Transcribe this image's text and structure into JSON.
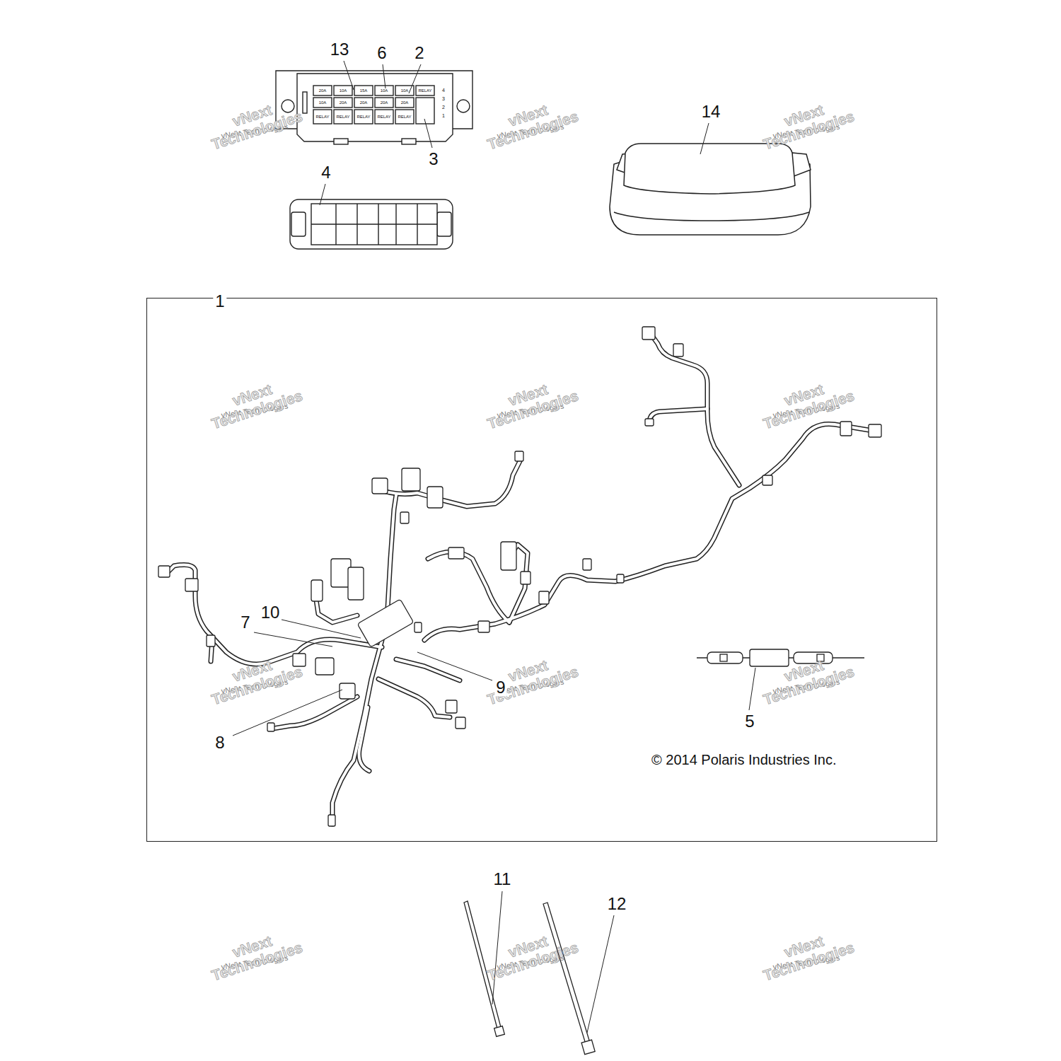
{
  "diagram": {
    "nodes": [
      {
        "text": [
          "1",
          "© 2014 Polaris Industries Inc."
        ]
      }
    ],
    "labels": [
      "13",
      "6",
      "2",
      "3",
      "4",
      "14",
      "7",
      "10",
      "9",
      "8",
      "5",
      "11",
      "12",
      "20A",
      "10A",
      "15A",
      "10A",
      "10A",
      "RELAY",
      "10A",
      "20A",
      "20A",
      "20A",
      "20A",
      "RELAY",
      "RELAY",
      "RELAY",
      "RELAY",
      "RELAY",
      "4",
      "3",
      "2",
      "1",
      "vNext Technologies",
      "vNext Technologies",
      "vNext Technologies",
      "vNext Technologies",
      "vNext Technologies",
      "vNext Technologies",
      "vNext Technologies",
      "vNext Technologies",
      "vNext Technologies",
      "vNext Technologies",
      "vNext Technologies",
      "vNext Technologies",
      "vNext Technologies",
      "vNext Technologies",
      "vNext Technologies",
      "vNext Technologies",
      "vNext Technologies",
      "vNext Technologies",
      "vNext Technologies",
      "vNext Technologies",
      "vNext Technologies",
      "vNext Technologies",
      "vNext Technologies",
      "vNext Technologies"
    ]
  }
}
